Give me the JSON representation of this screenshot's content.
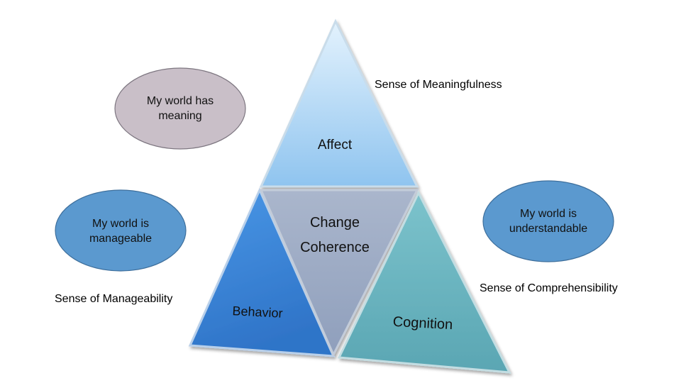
{
  "triangles": {
    "top": "Affect",
    "center": [
      "Change",
      "Coherence"
    ],
    "left": "Behavior",
    "right": "Cognition"
  },
  "ellipses": {
    "meaning": [
      "My world has",
      "meaning"
    ],
    "manageable": [
      "My world is",
      "manageable"
    ],
    "understandable": [
      "My world is",
      "understandable"
    ]
  },
  "labels": {
    "meaningfulness": "Sense of Meaningfulness",
    "manageability": "Sense of Manageability",
    "comprehensibility": "Sense of Comprehensibility"
  },
  "colors": {
    "top_triangle": "#a9d4f5",
    "center_triangle": "#9aa9c4",
    "left_triangle": "#3d86d8",
    "right_triangle": "#6ab4c0",
    "ellipse_meaning": "#c9bfc8",
    "ellipse_manageable": "#5b99cf",
    "ellipse_understandable": "#5b99cf"
  }
}
